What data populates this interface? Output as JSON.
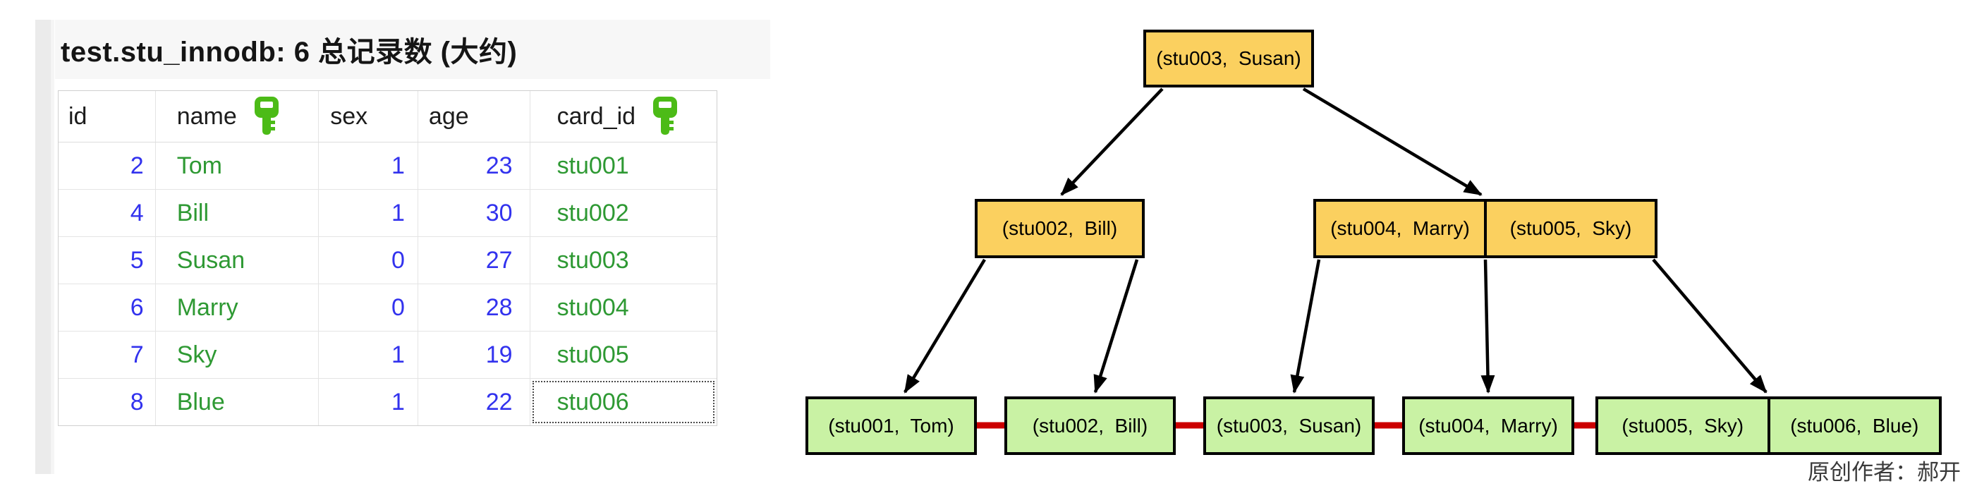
{
  "window": {
    "title": "test.stu_innodb: 6 总记录数 (大约)"
  },
  "table": {
    "columns": [
      {
        "label": "id",
        "primary_key": false
      },
      {
        "label": "name",
        "primary_key": true
      },
      {
        "label": "sex",
        "primary_key": false
      },
      {
        "label": "age",
        "primary_key": false
      },
      {
        "label": "card_id",
        "primary_key": true
      }
    ],
    "rows": [
      [
        "2",
        "Tom",
        "1",
        "23",
        "stu001"
      ],
      [
        "4",
        "Bill",
        "1",
        "30",
        "stu002"
      ],
      [
        "5",
        "Susan",
        "0",
        "27",
        "stu003"
      ],
      [
        "6",
        "Marry",
        "0",
        "28",
        "stu004"
      ],
      [
        "7",
        "Sky",
        "1",
        "19",
        "stu005"
      ],
      [
        "8",
        "Blue",
        "1",
        "22",
        "stu006"
      ]
    ],
    "selected_cell": {
      "row_index": 5,
      "column": "card_id",
      "value": "stu006"
    }
  },
  "diagram": {
    "type": "b+tree-index",
    "root_node": "(stu003,  Susan)",
    "internal_nodes": [
      "(stu002,  Bill)",
      "(stu004,  Marry)",
      "(stu005,  Sky)"
    ],
    "leaf_nodes": [
      "(stu001,  Tom)",
      "(stu002,  Bill)",
      "(stu003,  Susan)",
      "(stu004,  Marry)",
      "(stu005,  Sky)",
      "(stu006,  Blue)"
    ],
    "author_credit": "原创作者：郝开"
  },
  "colors": {
    "numeric_value": "#3232ee",
    "text_value": "#2e9933",
    "key_icon": "#4cbb17",
    "internal_node_fill": "#fbd05f",
    "leaf_node_fill": "#c9f2a4",
    "node_border": "#000000",
    "tree_arrow": "#000000",
    "leaf_chain_arrow": "#cc0000",
    "title_band": "#f7f7f7"
  }
}
